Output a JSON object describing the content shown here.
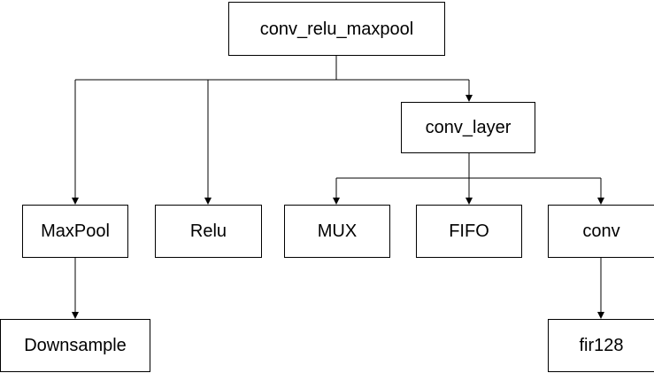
{
  "diagram": {
    "nodes": {
      "root": "conv_relu_maxpool",
      "conv_layer": "conv_layer",
      "maxpool": "MaxPool",
      "relu": "Relu",
      "mux": "MUX",
      "fifo": "FIFO",
      "conv": "conv",
      "downsample": "Downsample",
      "fir128": "fir128"
    },
    "edges": [
      [
        "root",
        "maxpool"
      ],
      [
        "root",
        "relu"
      ],
      [
        "root",
        "conv_layer"
      ],
      [
        "conv_layer",
        "mux"
      ],
      [
        "conv_layer",
        "fifo"
      ],
      [
        "conv_layer",
        "conv"
      ],
      [
        "maxpool",
        "downsample"
      ],
      [
        "conv",
        "fir128"
      ]
    ],
    "colors": {
      "line": "#000000",
      "box_border": "#000000",
      "background": "#ffffff"
    }
  }
}
